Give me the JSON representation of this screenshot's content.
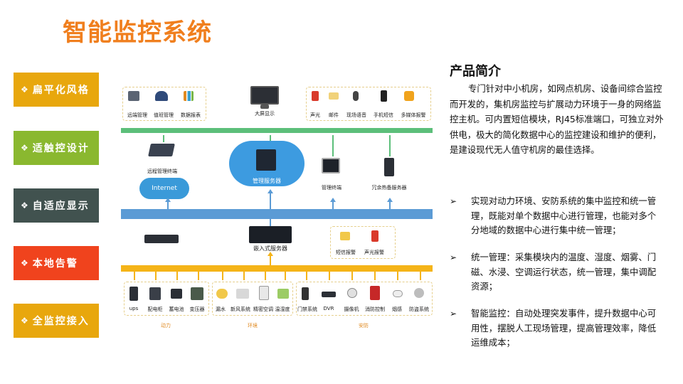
{
  "page": {
    "title": "智能监控系统"
  },
  "menu": [
    {
      "label": "扁平化风格",
      "color": "#e8a70d"
    },
    {
      "label": "适触控设计",
      "color": "#8ab82f"
    },
    {
      "label": "自适应显示",
      "color": "#41524f"
    },
    {
      "label": "本地告警",
      "color": "#f0431d"
    },
    {
      "label": "全监控接入",
      "color": "#e8a70d"
    }
  ],
  "diagram": {
    "top_left_labels": [
      "远端管理",
      "值班管理",
      "数据报表"
    ],
    "big_screen_label": "大屏显示",
    "alarm_labels": [
      "声光",
      "邮件",
      "现场语音",
      "手机短信",
      "多媒体报警"
    ],
    "remote_terminal_label": "远程管理终端",
    "internet_label": "Internet",
    "cloud_server_label": "管理服务器",
    "mgmt_terminal_label": "管理终端",
    "redundant_label": "冗余热备服务器",
    "embedded_server_label": "嵌入式服务器",
    "local_alarm_labels": [
      "短信报警",
      "声光报警"
    ],
    "bottom_groups": [
      {
        "name": "动力",
        "items": [
          "ups",
          "配电柜",
          "蓄电池",
          "变压器"
        ]
      },
      {
        "name": "环境",
        "items": [
          "漏水",
          "新风系统",
          "精密空调",
          "温湿度"
        ]
      },
      {
        "name": "安防",
        "items": [
          "门禁系统",
          "DVR",
          "摄像机",
          "消防控制",
          "烟感",
          "防盗系统"
        ]
      }
    ]
  },
  "intro": {
    "heading": "产品简介",
    "text": "专门针对中小机房，如网点机房、设备间综合监控而开发的，集机房监控与扩展动力环境于一身的网络监控主机。可内置短信模块，RJ45标准端口，可独立对外供电，极大的简化数据中心的监控建设和维护的便利，是建设现代无人值守机房的最佳选择。",
    "bullets": [
      "实现对动力环境、安防系统的集中监控和统一管理，既能对单个数据中心进行管理，也能对多个分地域的数据中心进行集中统一管理；",
      "统一管理：采集模块内的温度、湿度、烟雾、门磁、水浸、空调运行状态，统一管理，集中调配资源；",
      "智能监控：自动处理突发事件，提升数据中心可用性，摆脱人工现场管理，提高管理效率，降低运维成本；"
    ]
  }
}
